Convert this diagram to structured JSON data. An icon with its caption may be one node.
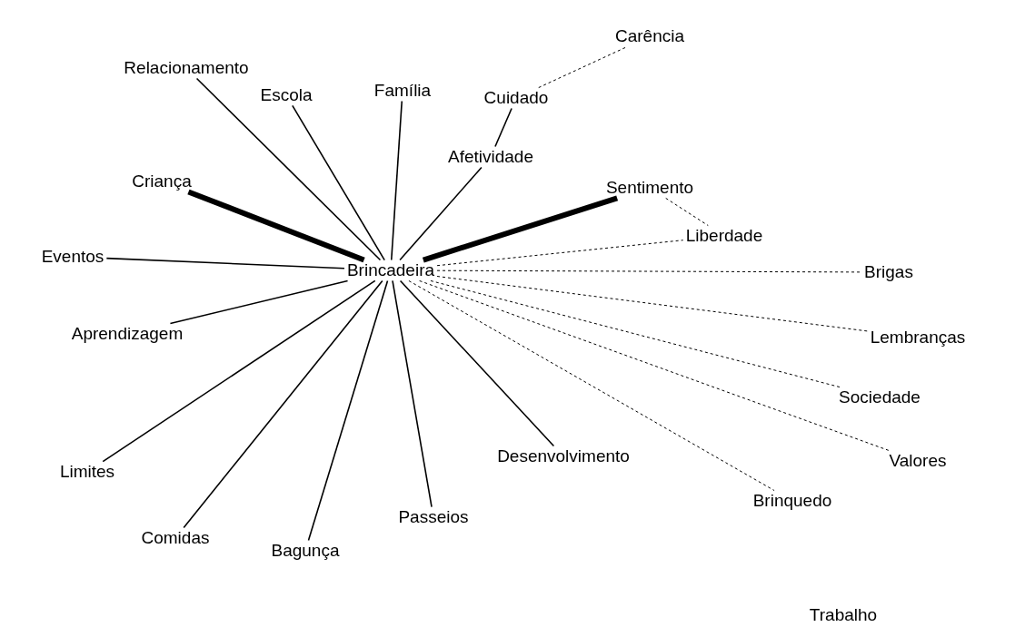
{
  "diagram": {
    "nodes": [
      {
        "text": [
          "Carência"
        ]
      },
      {
        "text": [
          "Relacionamento"
        ]
      },
      {
        "text": [
          "Escola"
        ]
      },
      {
        "text": [
          "Família"
        ]
      },
      {
        "text": [
          "Cuidado"
        ]
      },
      {
        "text": [
          "Afetividade"
        ]
      },
      {
        "text": [
          "Criança"
        ]
      },
      {
        "text": [
          "Sentimento"
        ]
      },
      {
        "text": [
          "Eventos"
        ]
      },
      {
        "text": [
          "Brincadeira"
        ]
      },
      {
        "text": [
          "Liberdade"
        ]
      },
      {
        "text": [
          "Brigas"
        ]
      },
      {
        "text": [
          "Aprendizagem"
        ]
      },
      {
        "text": [
          "Lembranças"
        ]
      },
      {
        "text": [
          "Sociedade"
        ]
      },
      {
        "text": [
          "Limites"
        ]
      },
      {
        "text": [
          "Desenvolvimento"
        ]
      },
      {
        "text": [
          "Valores"
        ]
      },
      {
        "text": [
          "Brinquedo"
        ]
      },
      {
        "text": [
          "Passeios"
        ]
      },
      {
        "text": [
          "Comidas"
        ]
      },
      {
        "text": [
          "Bagunça"
        ]
      },
      {
        "text": [
          "Trabalho"
        ]
      }
    ],
    "edges": [
      {
        "from": 9,
        "to": 1,
        "arrow": "none"
      },
      {
        "from": 9,
        "to": 2,
        "arrow": "none"
      },
      {
        "from": 9,
        "to": 3,
        "arrow": "none"
      },
      {
        "from": 9,
        "to": 5,
        "arrow": "none"
      },
      {
        "from": 5,
        "to": 4,
        "arrow": "none"
      },
      {
        "from": 4,
        "to": 0,
        "arrow": "none",
        "style": "dashed"
      },
      {
        "from": 9,
        "to": 6,
        "arrow": "none",
        "style": "thick"
      },
      {
        "from": 9,
        "to": 7,
        "arrow": "none",
        "style": "thick"
      },
      {
        "from": 7,
        "to": 10,
        "arrow": "none",
        "style": "dashed"
      },
      {
        "from": 9,
        "to": 8,
        "arrow": "none"
      },
      {
        "from": 9,
        "to": 12,
        "arrow": "none"
      },
      {
        "from": 9,
        "to": 10,
        "arrow": "none",
        "style": "dashed"
      },
      {
        "from": 9,
        "to": 11,
        "arrow": "none",
        "style": "dashed"
      },
      {
        "from": 9,
        "to": 13,
        "arrow": "none",
        "style": "dashed"
      },
      {
        "from": 9,
        "to": 14,
        "arrow": "none",
        "style": "dashed"
      },
      {
        "from": 9,
        "to": 17,
        "arrow": "none",
        "style": "dashed"
      },
      {
        "from": 9,
        "to": 18,
        "arrow": "none",
        "style": "dashed"
      },
      {
        "from": 9,
        "to": 15,
        "arrow": "none"
      },
      {
        "from": 9,
        "to": 20,
        "arrow": "none"
      },
      {
        "from": 9,
        "to": 21,
        "arrow": "none"
      },
      {
        "from": 9,
        "to": 19,
        "arrow": "none"
      },
      {
        "from": 9,
        "to": 16,
        "arrow": "none"
      }
    ]
  }
}
